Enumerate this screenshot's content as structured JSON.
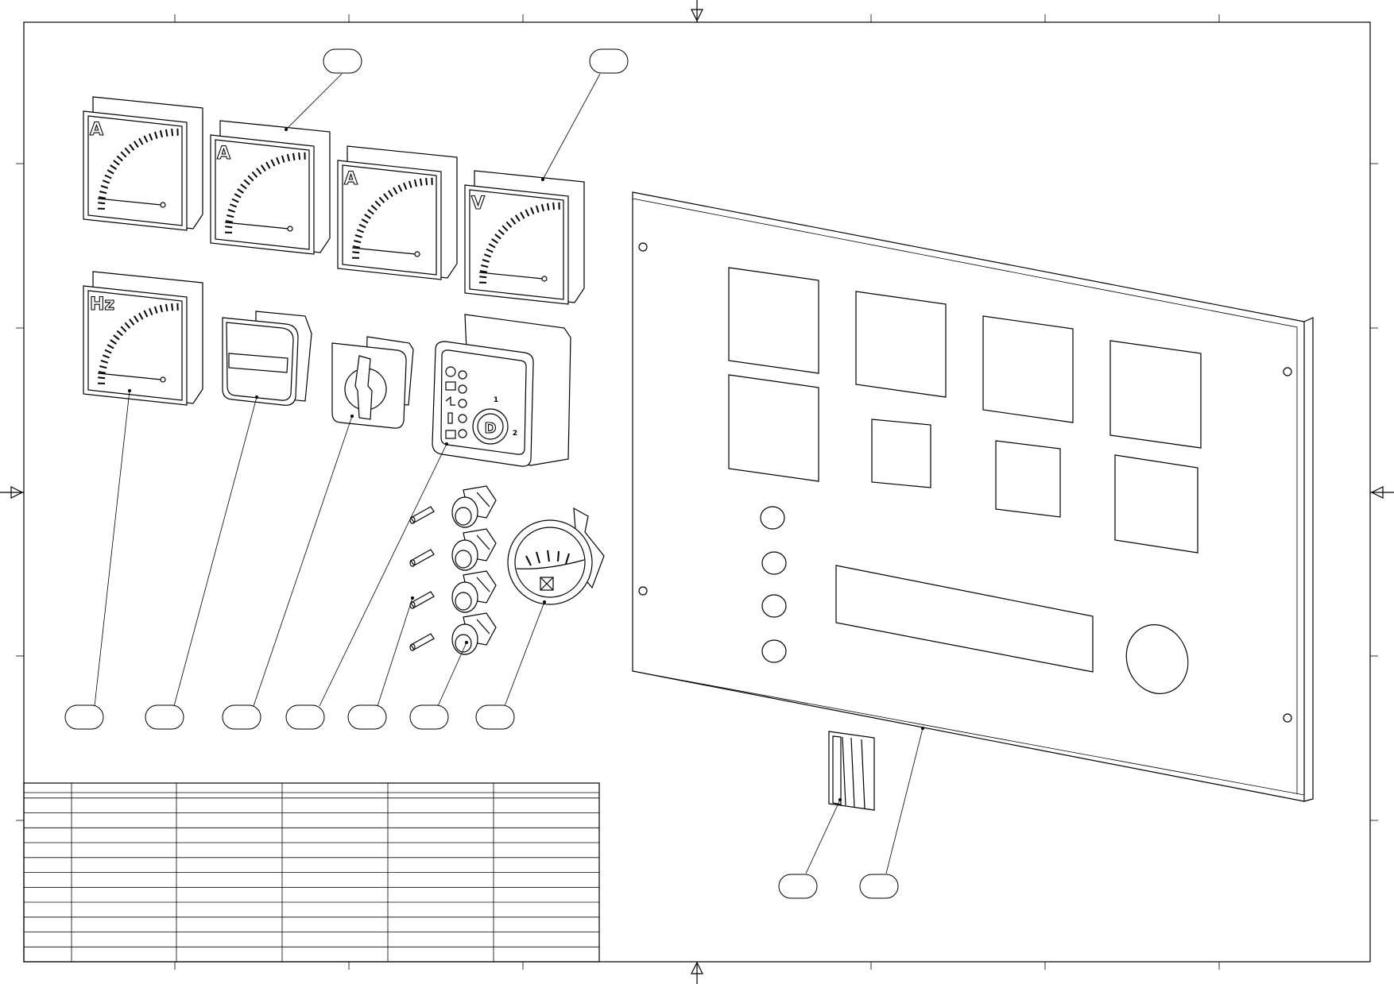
{
  "meter_units": [
    "A",
    "A",
    "A",
    "V",
    "Hz"
  ],
  "controller_key_label": "D",
  "controller_marks": [
    "1",
    "2"
  ]
}
